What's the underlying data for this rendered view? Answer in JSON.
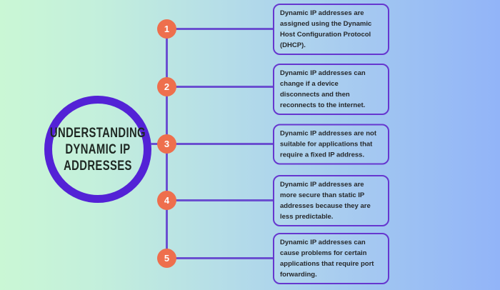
{
  "title": {
    "lines": [
      "UNDERSTANDING",
      "DYNAMIC IP",
      "ADDRESSES"
    ]
  },
  "nodes": [
    {
      "number": "1",
      "text": [
        "Dynamic IP addresses are",
        "assigned using the Dynamic",
        "Host Configuration Protocol",
        "(DHCP)."
      ]
    },
    {
      "number": "2",
      "text": [
        "Dynamic IP addresses can",
        "change if a device",
        "disconnects and then",
        "reconnects to the internet."
      ]
    },
    {
      "number": "3",
      "text": [
        "Dynamic IP addresses are not",
        "suitable for applications that",
        "require a fixed IP address."
      ]
    },
    {
      "number": "4",
      "text": [
        "Dynamic IP addresses are",
        "more secure than static IP",
        "addresses because they are",
        "less predictable."
      ]
    },
    {
      "number": "5",
      "text": [
        "Dynamic IP addresses can",
        "cause problems for certain",
        "applications that require port",
        "forwarding."
      ]
    }
  ],
  "colors": {
    "background_left": "#c9f7d5",
    "background_right": "#92b4f8",
    "title_ring": "#5322d6",
    "connector_line": "#6a4fd0",
    "box_border": "#6637cf",
    "badge_fill": "#ee6f4d",
    "badge_text": "#ffffff",
    "body_text": "#26282b"
  }
}
